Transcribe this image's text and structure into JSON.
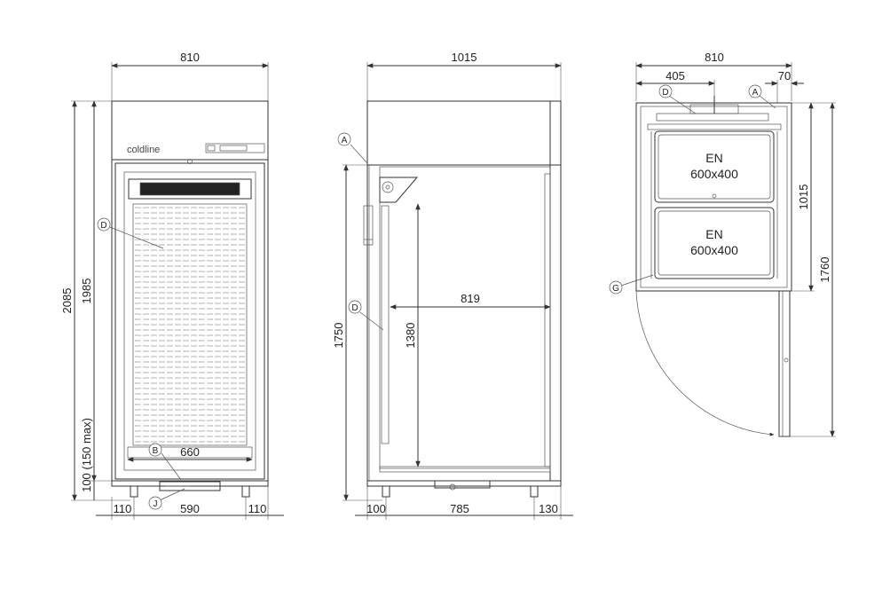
{
  "front_view": {
    "dims": {
      "overall_width": "810",
      "overall_height": "2085",
      "body_height": "1985",
      "leg_height": "100 (150 max)",
      "inner_width": "660",
      "left_offset": "110",
      "leg_spacing": "590",
      "right_offset": "110"
    },
    "brand": "coldline",
    "callouts": {
      "d": "D",
      "b": "B",
      "j": "J"
    }
  },
  "side_view": {
    "dims": {
      "overall_depth": "1015",
      "height": "1750",
      "inner_height": "1380",
      "inner_depth": "819",
      "front_offset": "100",
      "leg_spacing": "785",
      "rear_offset": "130"
    },
    "callouts": {
      "a": "A",
      "d": "D"
    }
  },
  "top_view": {
    "dims": {
      "overall_width": "810",
      "half_width": "405",
      "hinge_offset": "70",
      "depth": "1015",
      "door_open_depth": "1760"
    },
    "callouts": {
      "d": "D",
      "a": "A",
      "g": "G"
    },
    "trays": [
      {
        "line1": "EN",
        "line2": "600x400"
      },
      {
        "line1": "EN",
        "line2": "600x400"
      }
    ]
  },
  "colors": {
    "line": "#333333",
    "grid": "#999999",
    "background": "#ffffff"
  }
}
